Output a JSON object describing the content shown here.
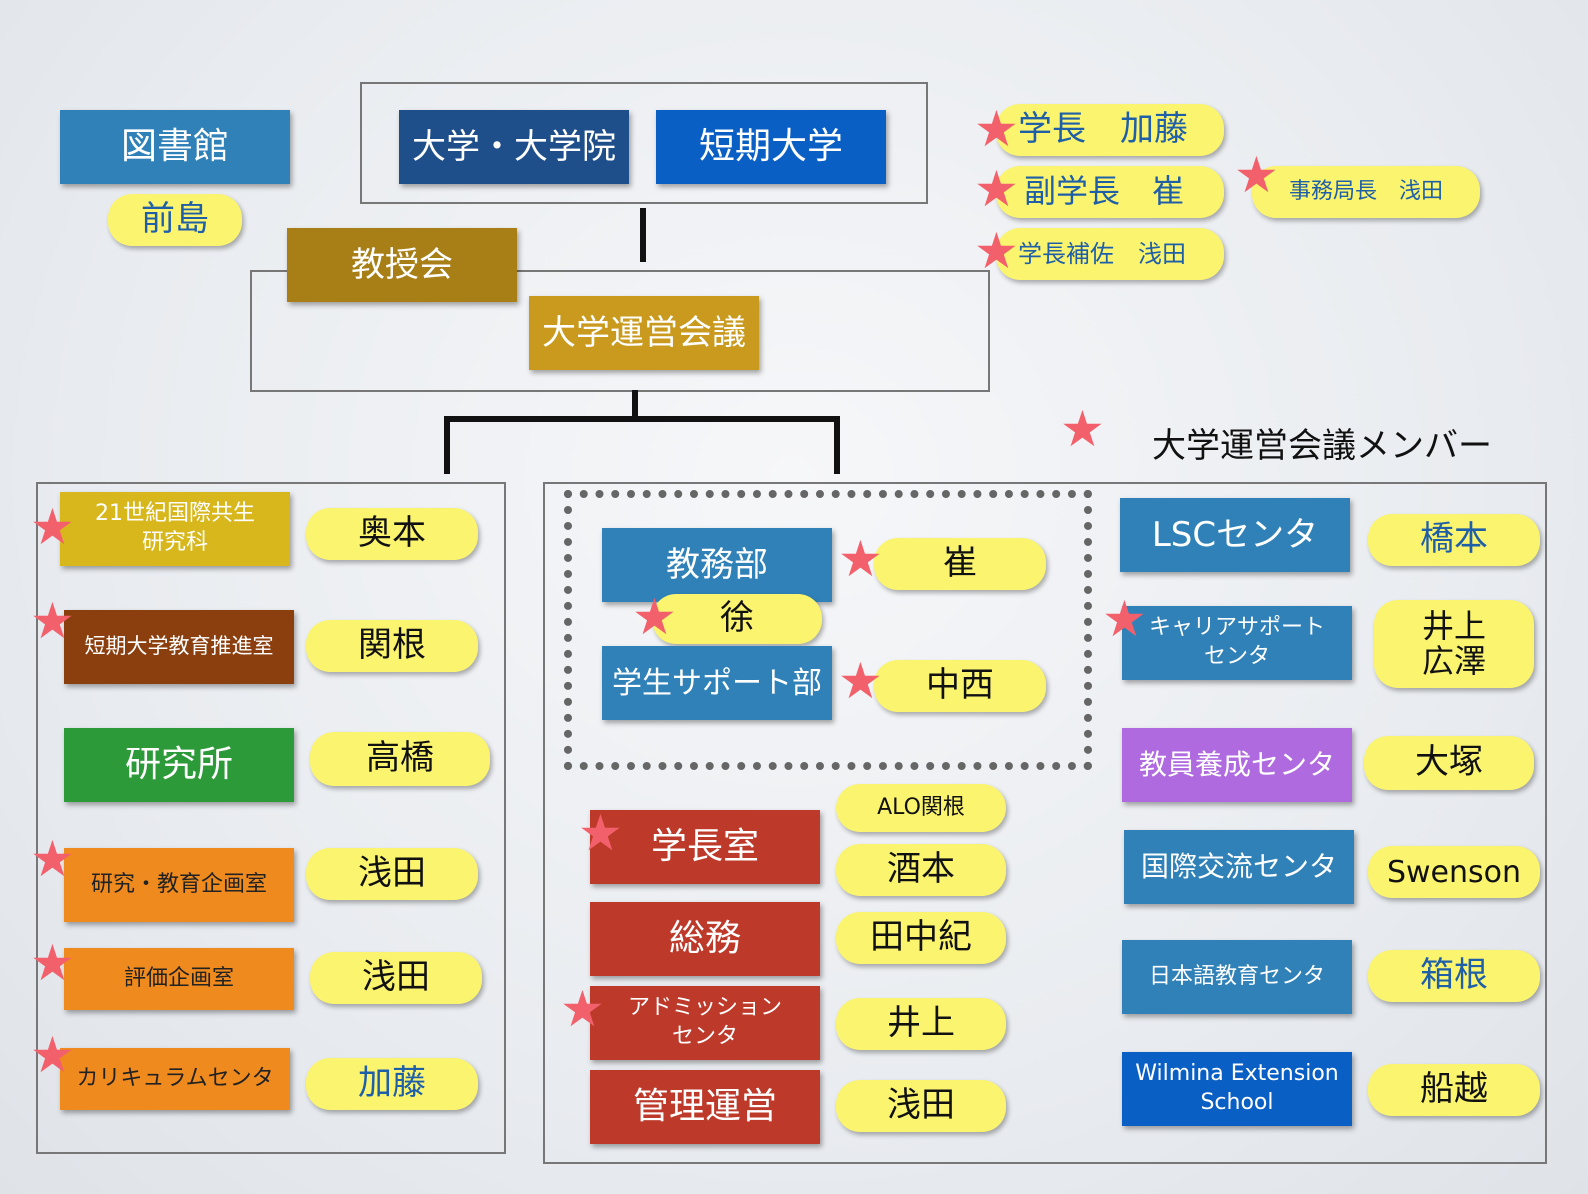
{
  "top": {
    "library": "図書館",
    "library_head": "前島",
    "university": "大学・大学院",
    "junior_college": "短期大学",
    "faculty_council": "教授会",
    "management_council": "大学運営会議"
  },
  "executives": {
    "president": "学長　加藤",
    "vice_president": "副学長　崔",
    "assistant": "学長補佐　浅田",
    "secretary_general": "事務局長　浅田"
  },
  "legend": "大学運営会議メンバー",
  "left_units": [
    {
      "name": "21世紀国際共生\n研究科",
      "person": "奥本"
    },
    {
      "name": "短期大学教育推進室",
      "person": "関根"
    },
    {
      "name": "研究所",
      "person": "高橋"
    },
    {
      "name": "研究・教育企画室",
      "person": "浅田"
    },
    {
      "name": "評価企画室",
      "person": "浅田"
    },
    {
      "name": "カリキュラムセンタ",
      "person": "加藤"
    }
  ],
  "dotted_group": {
    "academic_affairs": "教務部",
    "academic_affairs_head": "崔",
    "deputy": "徐",
    "student_support": "学生サポート部",
    "student_support_head": "中西"
  },
  "admin_units": [
    {
      "name": "学長室",
      "person": "酒本"
    },
    {
      "name": "総務",
      "person": "田中紀"
    },
    {
      "name": "アドミッション\nセンタ",
      "person": "井上"
    },
    {
      "name": "管理運営",
      "person": "浅田"
    }
  ],
  "alo": "ALO関根",
  "right_centers": [
    {
      "name": "LSCセンタ",
      "person": "橋本"
    },
    {
      "name": "キャリアサポート\nセンタ",
      "person": "井上\n広澤"
    },
    {
      "name": "教員養成センタ",
      "person": "大塚"
    },
    {
      "name": "国際交流センタ",
      "person": "Swenson"
    },
    {
      "name": "日本語教育センタ",
      "person": "箱根"
    },
    {
      "name": "Wilmina Extension\nSchool",
      "person": "船越"
    }
  ]
}
